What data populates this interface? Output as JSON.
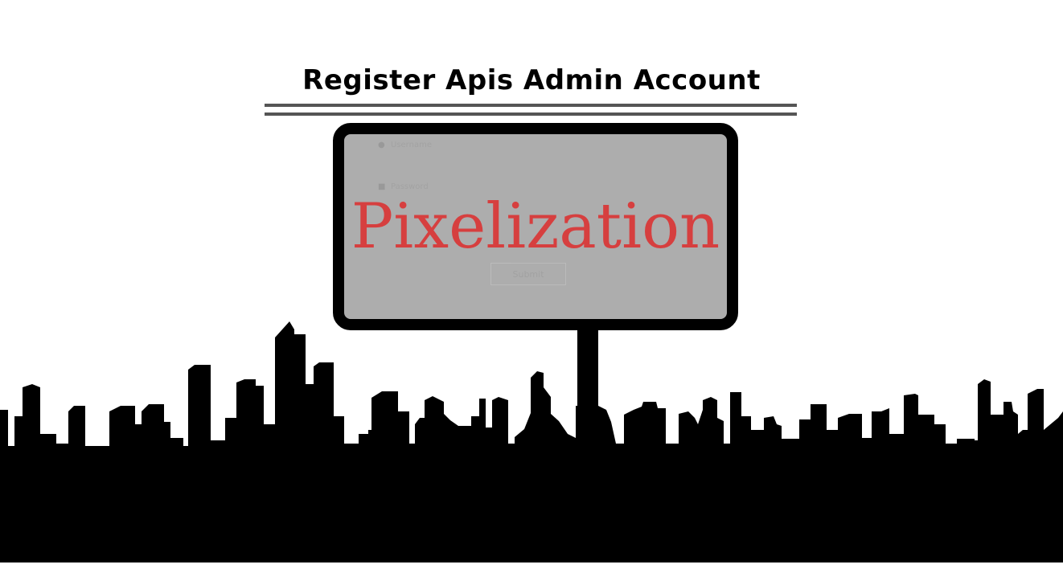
{
  "page": {
    "title": "Register Apis Admin Account"
  },
  "form": {
    "username_placeholder": "Username",
    "password_placeholder": "Password",
    "submit_label": "Submit"
  },
  "overlay": {
    "watermark_text": "Pixelization"
  },
  "icons": {
    "username": "user-icon",
    "password": "lock-icon"
  },
  "colors": {
    "background": "#ffffff",
    "title": "#000000",
    "rule": "#555555",
    "billboard_frame": "#000000",
    "billboard_fill": "#adadad",
    "watermark": "#d63f3f",
    "skyline": "#000000"
  }
}
